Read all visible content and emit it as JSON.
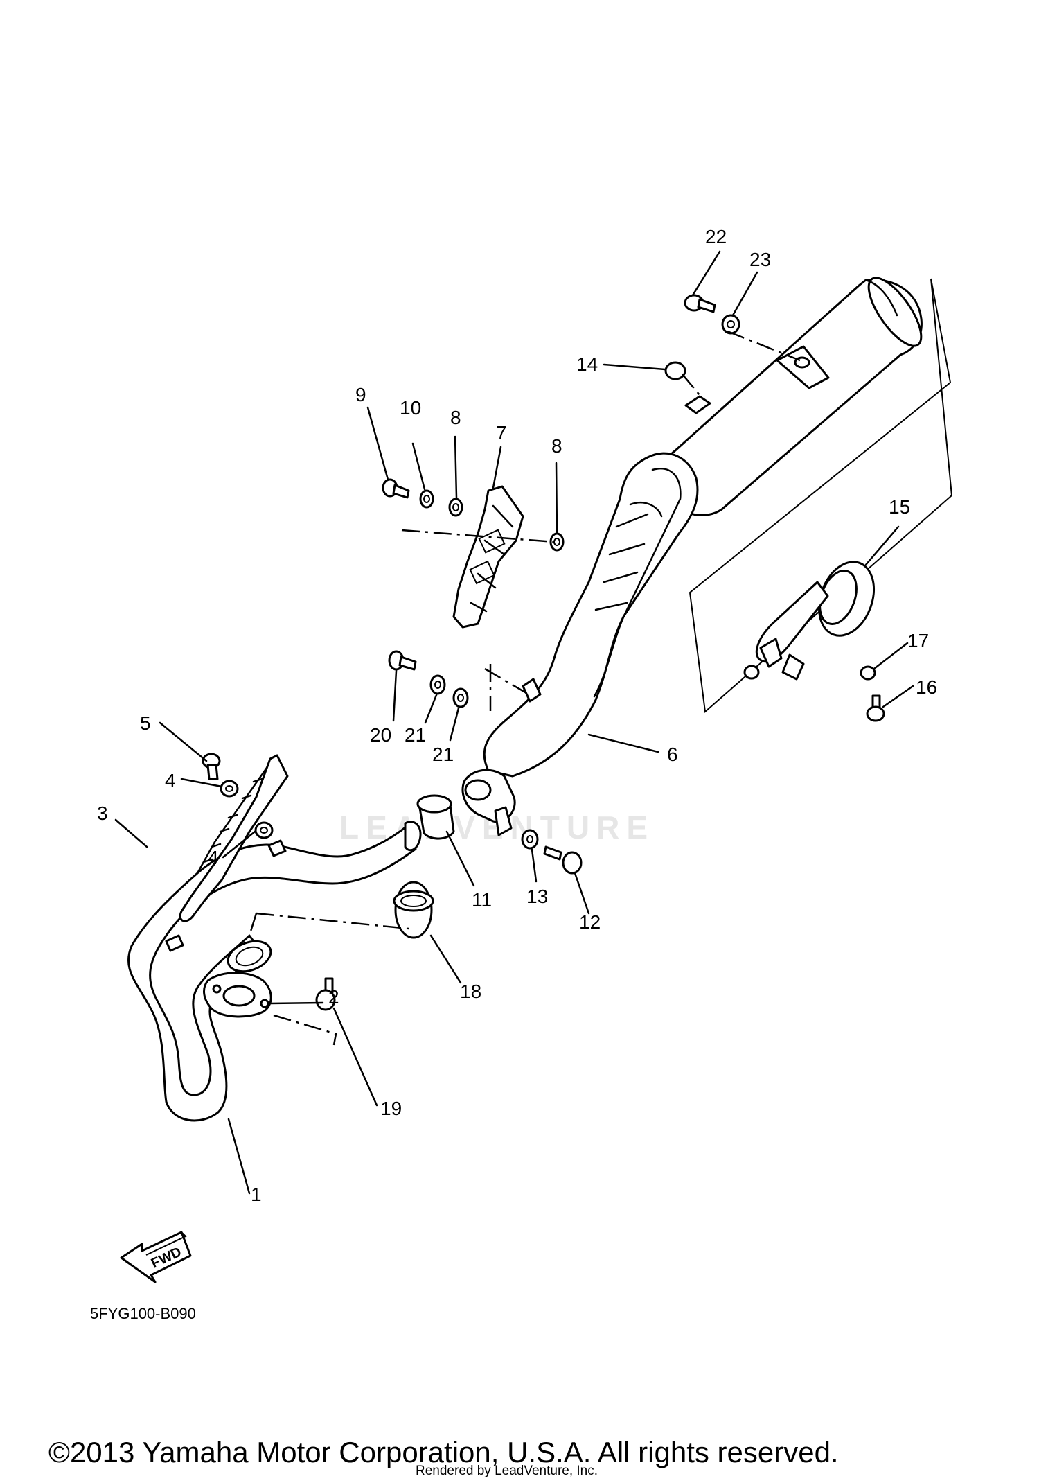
{
  "callouts": {
    "c1": "1",
    "c2": "2",
    "c3": "3",
    "c4a": "4",
    "c4b": "4",
    "c5": "5",
    "c6": "6",
    "c7": "7",
    "c8a": "8",
    "c8b": "8",
    "c9": "9",
    "c10": "10",
    "c11": "11",
    "c12": "12",
    "c13": "13",
    "c14": "14",
    "c15": "15",
    "c16": "16",
    "c17": "17",
    "c18": "18",
    "c19": "19",
    "c20": "20",
    "c21a": "21",
    "c21b": "21",
    "c22": "22",
    "c23": "23"
  },
  "fwd_label": "FWD",
  "diagram_code": "5FYG100-B090",
  "watermark": "LEADVENTURE",
  "copyright": "©2013 Yamaha Motor Corporation, U.S.A. All rights reserved.",
  "rendered_by": "Rendered by LeadVenture, Inc."
}
